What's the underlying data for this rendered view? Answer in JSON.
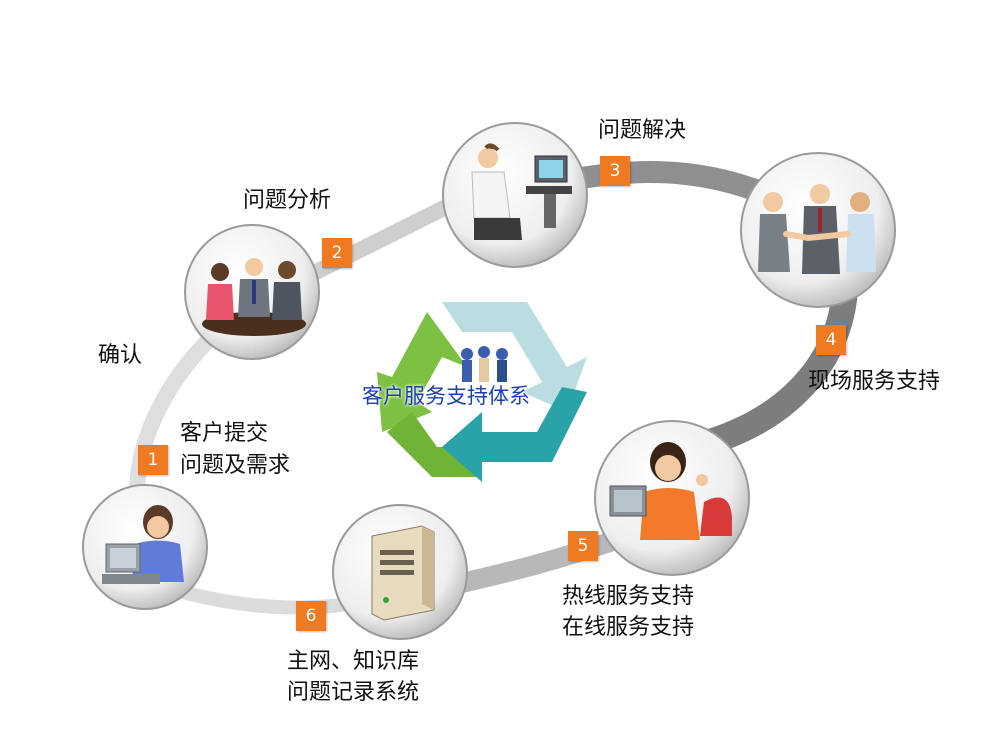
{
  "center": {
    "title": "客户服务支持体系"
  },
  "steps": [
    {
      "number": "1",
      "lines": [
        "客户提交",
        "问题及需求"
      ]
    },
    {
      "number": "2",
      "lines": [
        "问题分析"
      ]
    },
    {
      "number": "3",
      "lines": [
        "问题解决"
      ]
    },
    {
      "number": "4",
      "lines": [
        "现场服务支持"
      ]
    },
    {
      "number": "5",
      "lines": [
        "热线服务支持",
        "在线服务支持"
      ]
    },
    {
      "number": "6",
      "lines": [
        "主网、知识库",
        "问题记录系统"
      ]
    }
  ],
  "confirm_label": "确认",
  "icons": {
    "step1": "woman-on-phone-icon",
    "step2": "meeting-icon",
    "step3": "man-at-computer-icon",
    "step4": "handshake-icon",
    "step5": "headset-operator-icon",
    "step6": "server-tower-icon",
    "center": "recycle-arrows-icon"
  },
  "colors": {
    "badge": "#f07a22",
    "ring_gray": "#8c8c8c",
    "ring_light": "#dedede",
    "center_title": "#1c3fb0",
    "arrow_green": "#7cc142",
    "arrow_teal": "#29a3a8",
    "arrow_pale": "#b9dde0"
  }
}
